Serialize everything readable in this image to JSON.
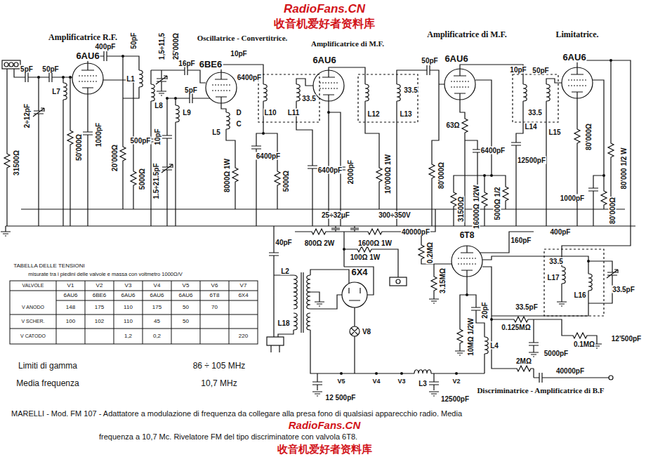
{
  "diagram": {
    "labels": [
      "RadioFans.CN",
      "收音机爱好者资料库",
      "Amplificatrice R.F.",
      "Oscillatrice - Convertitrice.",
      "Amplificatrice di M.F.",
      "Amplificatrice di M.F.",
      "Limitatrice.",
      "6AU6",
      "6BE6",
      "6AU6",
      "6AU6",
      "6AU6",
      "5pF",
      "50pF",
      "400pF",
      "50pF",
      "1,5÷11,5",
      "25'000Ω",
      "10pF",
      "16pF",
      "5pF",
      "6400pF",
      "L7",
      "L1",
      "L8",
      "L9",
      "L5",
      "D",
      "C",
      "2÷12pF",
      "31500Ω",
      "50'000Ω",
      "1000pF",
      "20'000Ω",
      "5000Ω",
      "500pF",
      "10pF",
      "1.5÷21.5pF",
      "8000Ω 1W",
      "L10",
      "L11",
      "33.5",
      "6400pF",
      "5000Ω",
      "6400pF",
      "2000pF",
      "L12",
      "L13",
      "33.5",
      "10'000Ω 1W",
      "50pF",
      "63Ω",
      "6400pF",
      "80'000Ω",
      "31500Ω",
      "16000Ω 1/2W",
      "5000Ω 1/2",
      "10pF",
      "L14",
      "L15",
      "33.5",
      "50pF",
      "12500pF",
      "80'000Ω",
      "80'000 1/2 W",
      "1000pF",
      "80'000Ω",
      "25÷32μF",
      "300÷350V",
      "40000pF",
      "6T8",
      "400pF",
      "160pF",
      "800Ω 2W",
      "1600Ω 1W",
      "100Ω 1W",
      "40pF",
      "6X4",
      "L2",
      "L18",
      "0.2MΩ",
      "3.15MΩ",
      "33.5",
      "L17",
      "L16",
      "33.5pF",
      "12'500pF",
      "33.5pF",
      "20pF",
      "0.125MΩ",
      "0.1MΩ",
      "10MΩ 1/2W",
      "5000pF",
      "2MΩ",
      "40000pF",
      "V8",
      "L4",
      "L3",
      "V5",
      "V4",
      "V3",
      "V2",
      "12 500pF",
      "12500pF",
      "Discriminatrice - Amplificatrice di B.F",
      "TABELLA DELLE TENSIONI",
      "misurate tra i piedini delle valvole e massa con voltmetro 1000Ω/V",
      "VALVOLE",
      "V1",
      "V2",
      "V3",
      "V4",
      "V5",
      "V6",
      "V7",
      "6AU6",
      "6BE6",
      "6AU6",
      "6AU6",
      "6AU6",
      "6T8",
      "6X4",
      "V ANODO",
      "148",
      "175",
      "110",
      "175",
      "50",
      "70",
      "V SCHER.",
      "100",
      "102",
      "110",
      "45",
      "50",
      "V CATODO",
      "1,2",
      "0,2",
      "220",
      "Limiti di gamma",
      "86 ÷ 105 MHz",
      "Media frequenza",
      "10,7 MHz",
      "MARELLI - Mod. FM 107 - Adattatore a modulazione di frequenza da collegare alla presa fono di qualsiasi apparecchio radio. Media",
      "frequenza a 10,7 Mc. Rivelatore FM del tipo discriminatore con valvola 6T8.",
      "RadioFans.CN",
      "收音机爱好者资料库"
    ]
  }
}
